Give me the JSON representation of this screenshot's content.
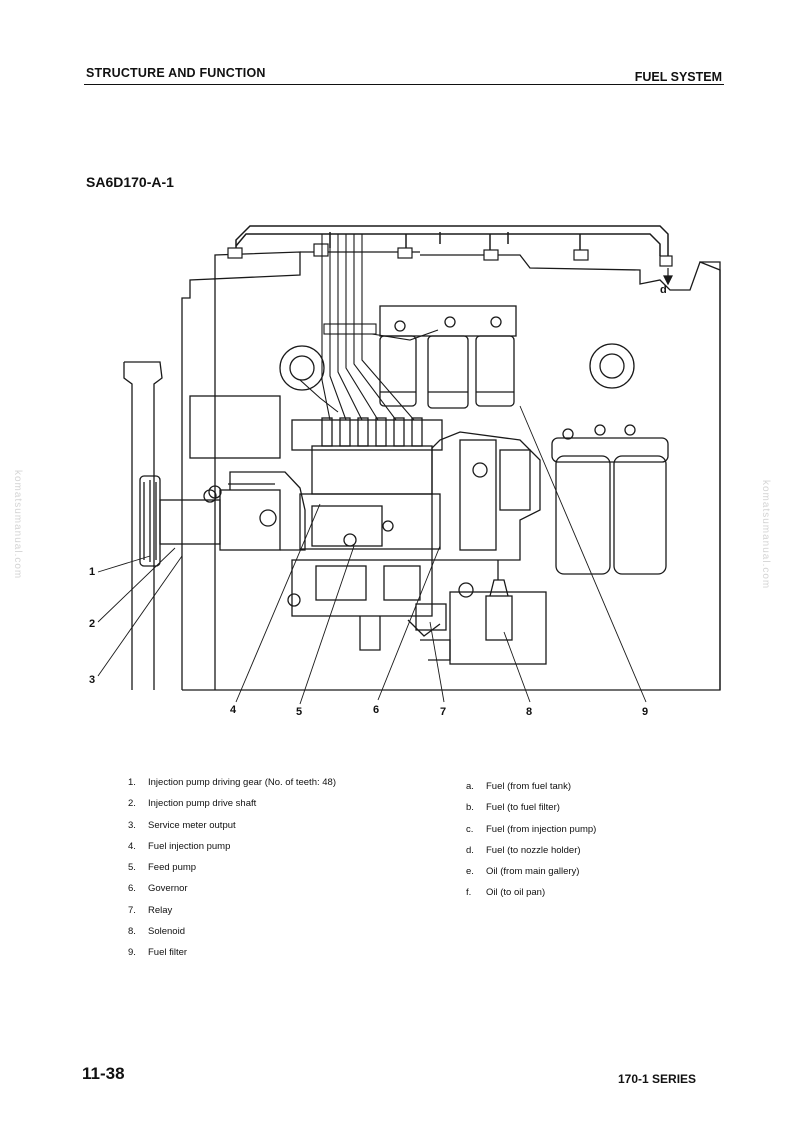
{
  "header": {
    "left": "STRUCTURE AND FUNCTION",
    "right": "FUEL SYSTEM"
  },
  "model": "SA6D170-A-1",
  "diagram": {
    "callouts": [
      "1",
      "2",
      "3",
      "4",
      "5",
      "6",
      "7",
      "8",
      "9",
      "d"
    ]
  },
  "parts": [
    {
      "num": "1.",
      "text": "Injection pump driving gear (No. of teeth: 48)"
    },
    {
      "num": "2.",
      "text": "Injection pump drive shaft"
    },
    {
      "num": "3.",
      "text": "Service meter output"
    },
    {
      "num": "4.",
      "text": "Fuel injection pump"
    },
    {
      "num": "5.",
      "text": "Feed pump"
    },
    {
      "num": "6.",
      "text": "Governor"
    },
    {
      "num": "7.",
      "text": "Relay"
    },
    {
      "num": "8.",
      "text": "Solenoid"
    },
    {
      "num": "9.",
      "text": "Fuel filter"
    }
  ],
  "flows": [
    {
      "key": "a.",
      "text": "Fuel (from fuel tank)"
    },
    {
      "key": "b.",
      "text": "Fuel (to fuel filter)"
    },
    {
      "key": "c.",
      "text": "Fuel (from injection pump)"
    },
    {
      "key": "d.",
      "text": "Fuel (to nozzle holder)"
    },
    {
      "key": "e.",
      "text": "Oil (from main gallery)"
    },
    {
      "key": "f.",
      "text": "Oil (to oil pan)"
    }
  ],
  "footer": {
    "page": "11-38",
    "series": "170-1 SERIES"
  },
  "watermark": "komatsumanual.com"
}
